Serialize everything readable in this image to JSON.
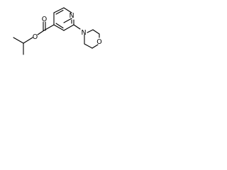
{
  "atoms": {
    "ring_nitrogen": "N",
    "amine_nitrogen": "N",
    "ether_oxygen": "O",
    "ester_oxygen_single": "O",
    "ester_oxygen_double": "O"
  },
  "colors": {
    "bond": "#000000",
    "label": "#000000",
    "background": "#ffffff"
  }
}
